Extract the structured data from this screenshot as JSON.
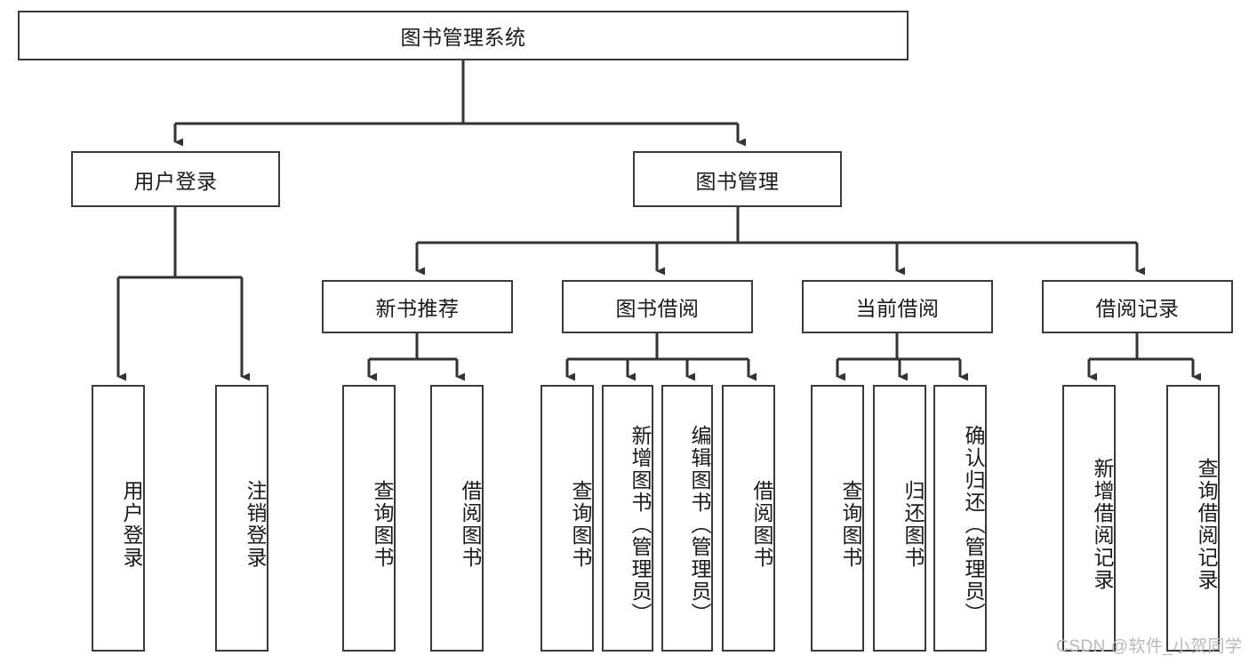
{
  "diagram": {
    "title": "图书管理系统",
    "type": "hierarchy-tree",
    "colors": {
      "background": "#ffffff",
      "border": "#3a3a3a",
      "text": "#1a1a1a",
      "edge": "#333333",
      "watermark": "#b9b9b9"
    },
    "root": {
      "label": "图书管理系统"
    },
    "level2": [
      {
        "label": "用户登录"
      },
      {
        "label": "图书管理"
      }
    ],
    "level3": [
      {
        "label": "新书推荐"
      },
      {
        "label": "图书借阅"
      },
      {
        "label": "当前借阅"
      },
      {
        "label": "借阅记录"
      }
    ],
    "leaves": {
      "user_login": [
        {
          "label": "用户登录"
        },
        {
          "label": "注销登录"
        }
      ],
      "new_book_recommend": [
        {
          "label": "查询图书"
        },
        {
          "label": "借阅图书"
        }
      ],
      "book_borrow": [
        {
          "label": "查询图书"
        },
        {
          "label": "新增图书（管理员）"
        },
        {
          "label": "编辑图书（管理员）"
        },
        {
          "label": "借阅图书"
        }
      ],
      "current_borrow": [
        {
          "label": "查询图书"
        },
        {
          "label": "归还图书"
        },
        {
          "label": "确认归还（管理员）"
        }
      ],
      "borrow_record": [
        {
          "label": "新增借阅记录"
        },
        {
          "label": "查询借阅记录"
        }
      ]
    },
    "watermark": "CSDN @软件_小贺同学"
  }
}
